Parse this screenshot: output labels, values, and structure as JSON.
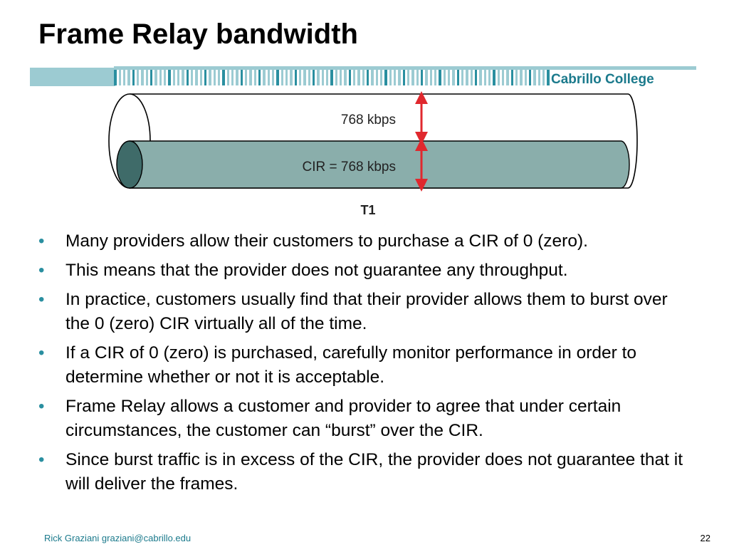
{
  "slide": {
    "title": "Frame Relay bandwidth",
    "brand": "Cabrillo College"
  },
  "diagram": {
    "outer_label": "768 kbps",
    "inner_label": "CIR = 768 kbps",
    "line_label": "T1",
    "colors": {
      "pipe_fill": "#8aaeab",
      "pipe_end": "#3f6b69",
      "arrow": "#e0282e",
      "band": "#2a8fa0"
    }
  },
  "bullets": [
    "Many providers allow their customers to purchase a CIR of 0 (zero).",
    "This means that the provider does not guarantee any throughput.",
    "In practice, customers usually find that their provider allows them to burst over the 0 (zero) CIR virtually all of the time.",
    "If a CIR of 0 (zero) is purchased, carefully monitor performance in order to determine whether or not it is acceptable.",
    "Frame Relay allows a customer and provider to agree that under certain circumstances, the customer can “burst” over the CIR.",
    "Since burst traffic is in excess of the CIR, the provider does not guarantee that it will deliver the frames."
  ],
  "footer": {
    "author": "Rick Graziani  graziani@cabrillo.edu",
    "page": "22"
  }
}
